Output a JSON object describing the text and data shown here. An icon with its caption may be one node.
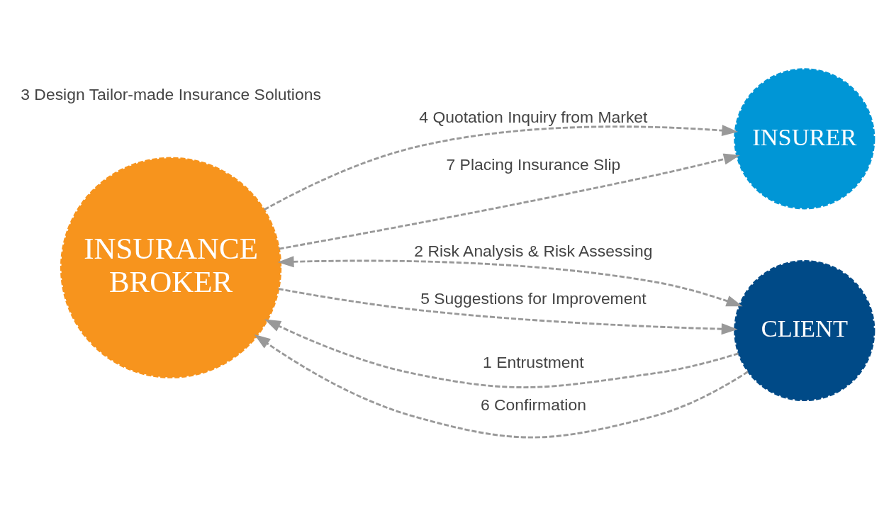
{
  "diagram": {
    "nodes": [
      {
        "text": [
          "INSURER"
        ]
      },
      {
        "text": [
          "INSURANCE BROKER"
        ]
      },
      {
        "text": [
          "CLIENT"
        ]
      }
    ],
    "edges": [
      {
        "from": 2,
        "to": 1,
        "arrow": "to",
        "label": "1 Entrustment",
        "style": "dashed"
      },
      {
        "from": 1,
        "to": 2,
        "arrow": "both",
        "label": "2 Risk Analysis & Risk Assessing",
        "style": "dashed"
      },
      {
        "from": 1,
        "to": 0,
        "arrow": "to",
        "label": "4 Quotation Inquiry from Market",
        "style": "dashed"
      },
      {
        "from": 1,
        "to": 2,
        "arrow": "to",
        "label": "5 Suggestions for Improvement",
        "style": "dashed"
      },
      {
        "from": 2,
        "to": 1,
        "arrow": "to",
        "label": "6 Confirmation",
        "style": "dashed"
      },
      {
        "from": 1,
        "to": 0,
        "arrow": "to",
        "label": "7 Placing Insurance Slip",
        "style": "dashed"
      }
    ],
    "labels": [
      "3 Design Tailor-made Insurance Solutions"
    ]
  }
}
